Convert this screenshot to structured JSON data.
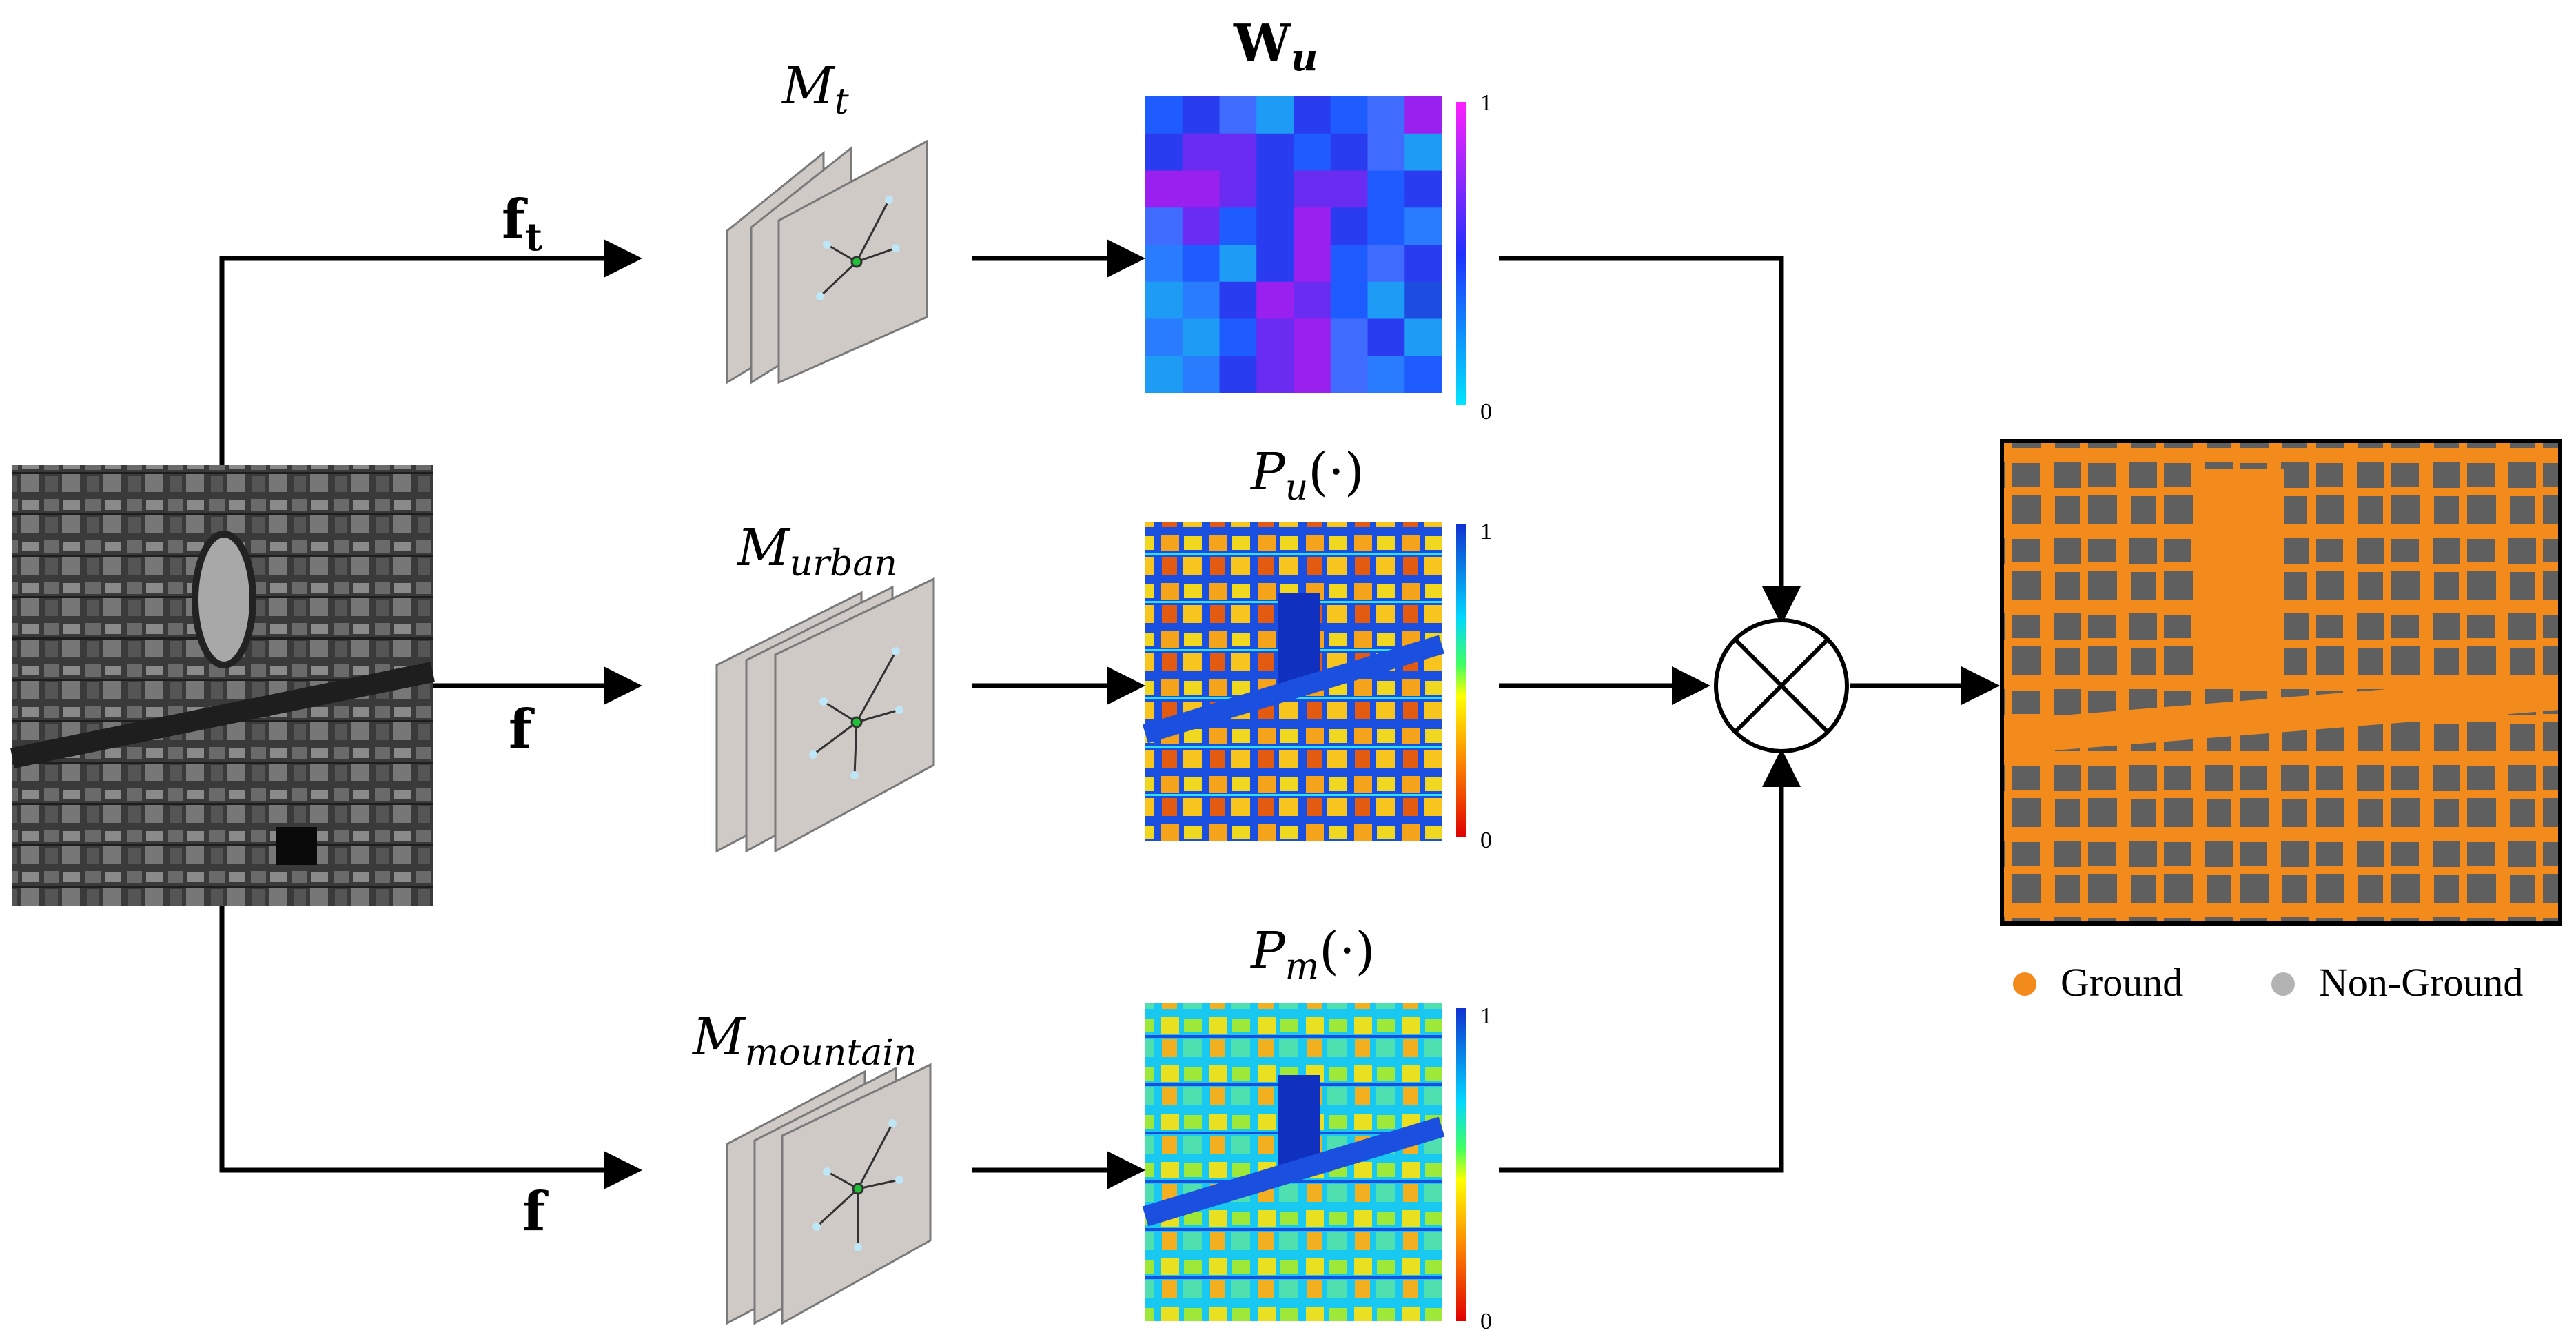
{
  "inputs": {
    "ft_label": "f",
    "ft_sub": "t",
    "f_label_mid": "f",
    "f_label_bottom": "f"
  },
  "models": {
    "top": {
      "main": "M",
      "sub": "t"
    },
    "middle": {
      "main": "M",
      "sub": "urban"
    },
    "bottom": {
      "main": "M",
      "sub": "mountain"
    }
  },
  "maps": {
    "weights": {
      "main": "W",
      "sub": "u",
      "cb_max": "1",
      "cb_min": "0"
    },
    "urban": {
      "main": "P",
      "sub": "u",
      "arg": "(·)",
      "cb_max": "1",
      "cb_min": "0"
    },
    "mountain": {
      "main": "P",
      "sub": "m",
      "arg": "(·)",
      "cb_max": "1",
      "cb_min": "0"
    }
  },
  "legend": {
    "items": [
      {
        "label": "Ground",
        "color": "#f28a1c"
      },
      {
        "label": "Non-Ground",
        "color": "#b3b3b3"
      }
    ]
  },
  "colors": {
    "ground": "#f28a1c",
    "non_ground": "#5f5f5f",
    "arrow": "#000000",
    "panel": "#cfcac6"
  }
}
